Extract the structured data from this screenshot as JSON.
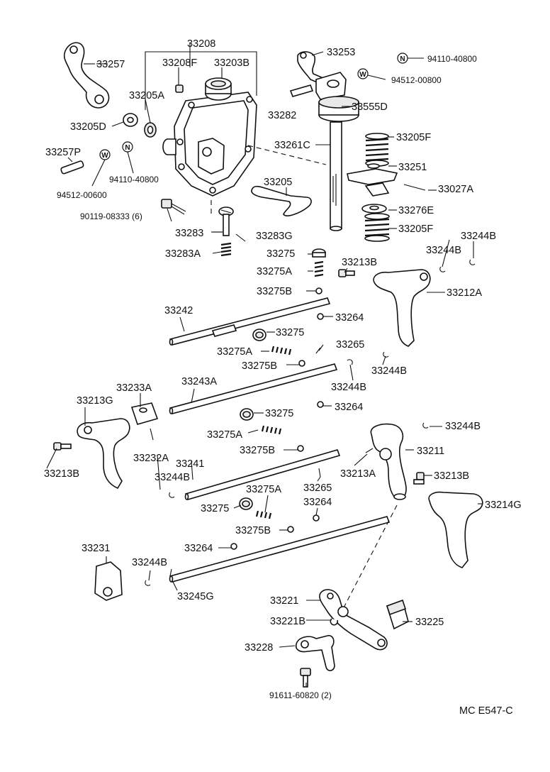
{
  "diagram_code": "MC E547-C",
  "badges": {
    "n": "N",
    "w": "W"
  },
  "labels": {
    "p33208": "33208",
    "p33208F": "33208F",
    "p33203B": "33203B",
    "p33257": "33257",
    "p33205A": "33205A",
    "p33205D": "33205D",
    "p33257P": "33257P",
    "p94110_left": "94110-40800",
    "p94512_left": "94512-00600",
    "p90119": "90119-08333 (6)",
    "p33283": "33283",
    "p33283G": "33283G",
    "p33283A": "33283A",
    "p33253": "33253",
    "p94110_right": "94110-40800",
    "p94512_right": "94512-00800",
    "p33282": "33282",
    "p33555D": "33555D",
    "p33261C": "33261C",
    "p33205F_top": "33205F",
    "p33251": "33251",
    "p33027A": "33027A",
    "p33205": "33205",
    "p33276E": "33276E",
    "p33205F_bot": "33205F",
    "p33275_1": "33275",
    "p33275A_1": "33275A",
    "p33275B_1": "33275B",
    "p33213B_1": "33213B",
    "p33244B_1": "33244B",
    "p33244B_2": "33244B",
    "p33212A": "33212A",
    "p33242": "33242",
    "p33264_1": "33264",
    "p33275_2": "33275",
    "p33275A_2": "33275A",
    "p33265_1": "33265",
    "p33275B_2": "33275B",
    "p33244B_3": "33244B",
    "p33244B_4": "33244B",
    "p33233A": "33233A",
    "p33243A": "33243A",
    "p33213G": "33213G",
    "p33264_2": "33264",
    "p33275_3": "33275",
    "p33244B_5": "33244B",
    "p33213B_2": "33213B",
    "p33232A": "33232A",
    "p33275A_3": "33275A",
    "p33211": "33211",
    "p33275B_3": "33275B",
    "p33213A": "33213A",
    "p33213B_3": "33213B",
    "p33244B_6": "33244B",
    "p33241": "33241",
    "p33265_2": "33265",
    "p33275A_4": "33275A",
    "p33214G": "33214G",
    "p33275_4": "33275",
    "p33264_3": "33264",
    "p33275B_4": "33275B",
    "p33231": "33231",
    "p33264_4": "33264",
    "p33244B_7": "33244B",
    "p33245G": "33245G",
    "p33221": "33221",
    "p33225": "33225",
    "p33221B": "33221B",
    "p33228": "33228",
    "p91611": "91611-60820 (2)"
  }
}
